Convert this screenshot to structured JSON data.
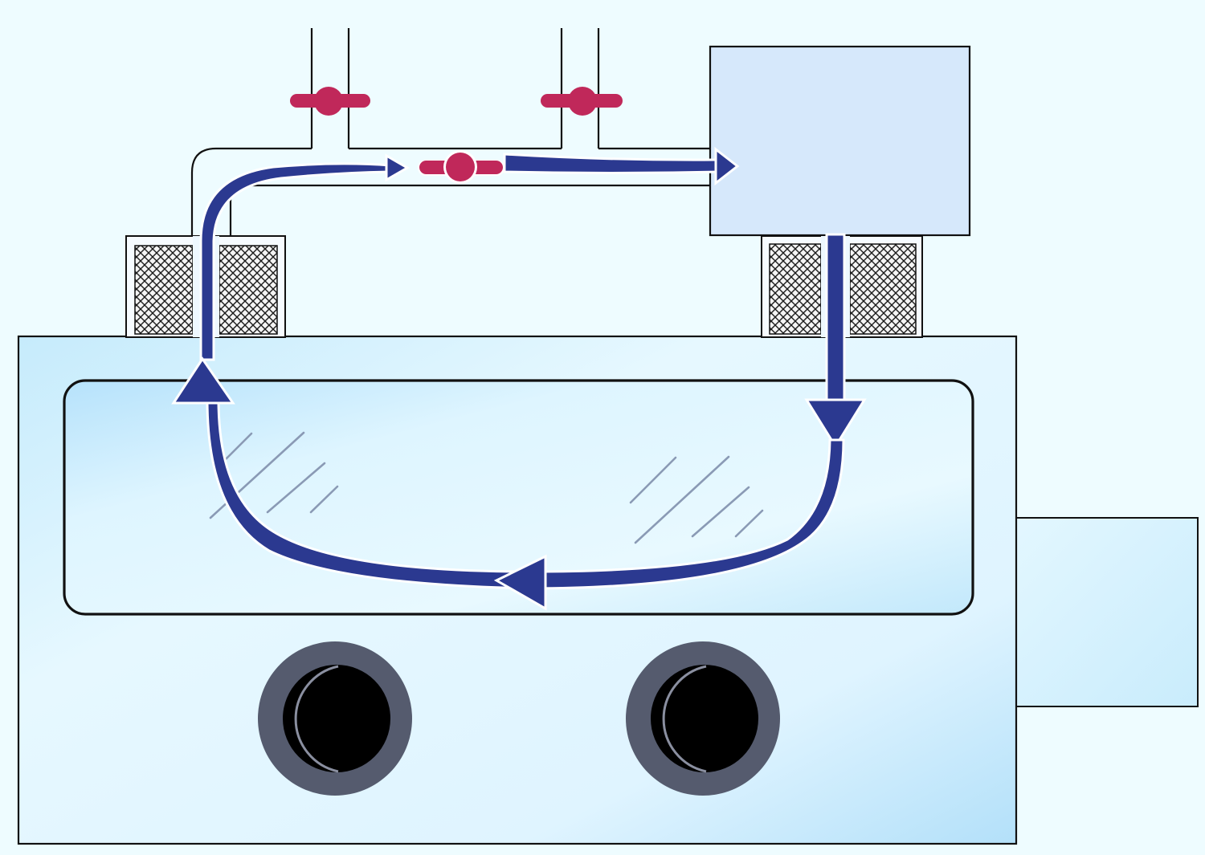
{
  "diagram": {
    "type": "glovebox-gas-purification-schematic",
    "labels": [],
    "components": {
      "glovebox": {
        "name": "glovebox-chamber",
        "glove_ports": 2
      },
      "window": {
        "name": "viewing-window"
      },
      "purifier": {
        "name": "purifier-unit"
      },
      "antechamber": {
        "name": "antechamber"
      },
      "filters": {
        "count": 2
      },
      "valves": {
        "count": 3
      }
    },
    "flow": {
      "direction": "clockwise",
      "description_visible": false
    },
    "colors": {
      "background": "#eefcff",
      "chamber_fill_light": "#eafaff",
      "chamber_fill_dark": "#b5e2fa",
      "purifier_fill": "#d6e8fb",
      "flow_arrow": "#2b3990",
      "valve": "#c0285a",
      "port_ring": "#555b6e",
      "port_hole": "#000000",
      "glass_hatch": "#8a9ab5",
      "outline": "#111111"
    }
  }
}
